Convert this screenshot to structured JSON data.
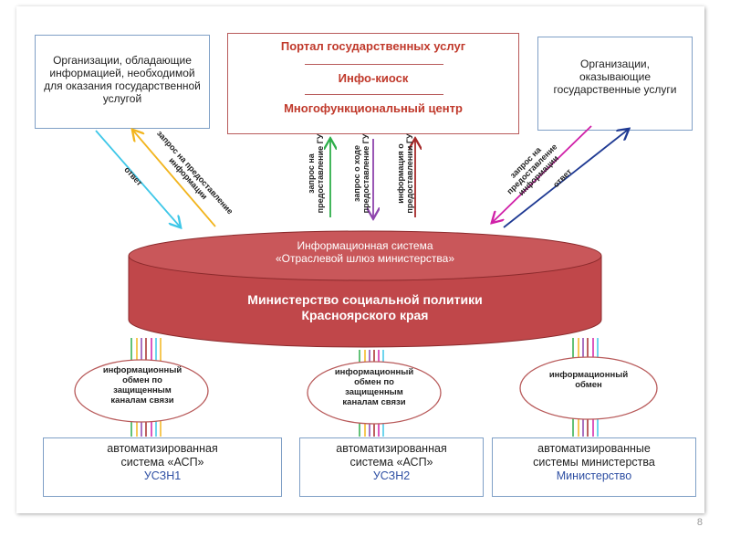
{
  "top_left_box": "Организации, обладающие информацией, необходимой для оказания государственной услугой",
  "top_right_box": "Организации, оказывающие государственные услуги",
  "portal": {
    "line1": "Портал государственных услуг",
    "line2": "Инфо-киоск",
    "line3": "Многофункциональный центр"
  },
  "left_arrows": {
    "request": "запрос на предоставление информации",
    "answer": "ответ"
  },
  "right_arrows": {
    "request": "запрос на предоставление информации",
    "answer": "ответ"
  },
  "center_arrows": {
    "a1": "запрос на предоставление ГУ",
    "a2": "запрос о ходе предоставление ГУ",
    "a3": "информация о предоставлении ГУ"
  },
  "cylinder": {
    "top_line1": "Информационная система",
    "top_line2": "«Отраслевой шлюз министерства»",
    "body_line1": "Министерство социальной политики",
    "body_line2": "Красноярского края"
  },
  "ovals": {
    "left": "информационный обмен по защищенным каналам связи",
    "center": "информационный обмен по защищенным каналам связи",
    "right": "информационный обмен"
  },
  "bottom_boxes": {
    "left": {
      "line1": "автоматизированная",
      "line2": "система «АСП»",
      "line3": "УСЗН1"
    },
    "center": {
      "line1": "автоматизированная",
      "line2": "система «АСП»",
      "line3": "УСЗН2"
    },
    "right": {
      "line1": "автоматизированные",
      "line2": "системы министерства",
      "line3": "Министерство"
    }
  },
  "page_number": "8",
  "colors": {
    "cylinder_red": "#c0474a",
    "portal_red": "#c0392b",
    "box_border_blue": "#7f9fc6",
    "accent_blue": "#2e4fa3",
    "arrow_cyan": "#3ec7e8",
    "arrow_orange": "#f2b51e",
    "arrow_green": "#2eae4a",
    "arrow_purple": "#8e44ad",
    "arrow_darkred": "#a52a2a",
    "arrow_magenta": "#d020a8",
    "arrow_navy": "#1f3a93"
  }
}
